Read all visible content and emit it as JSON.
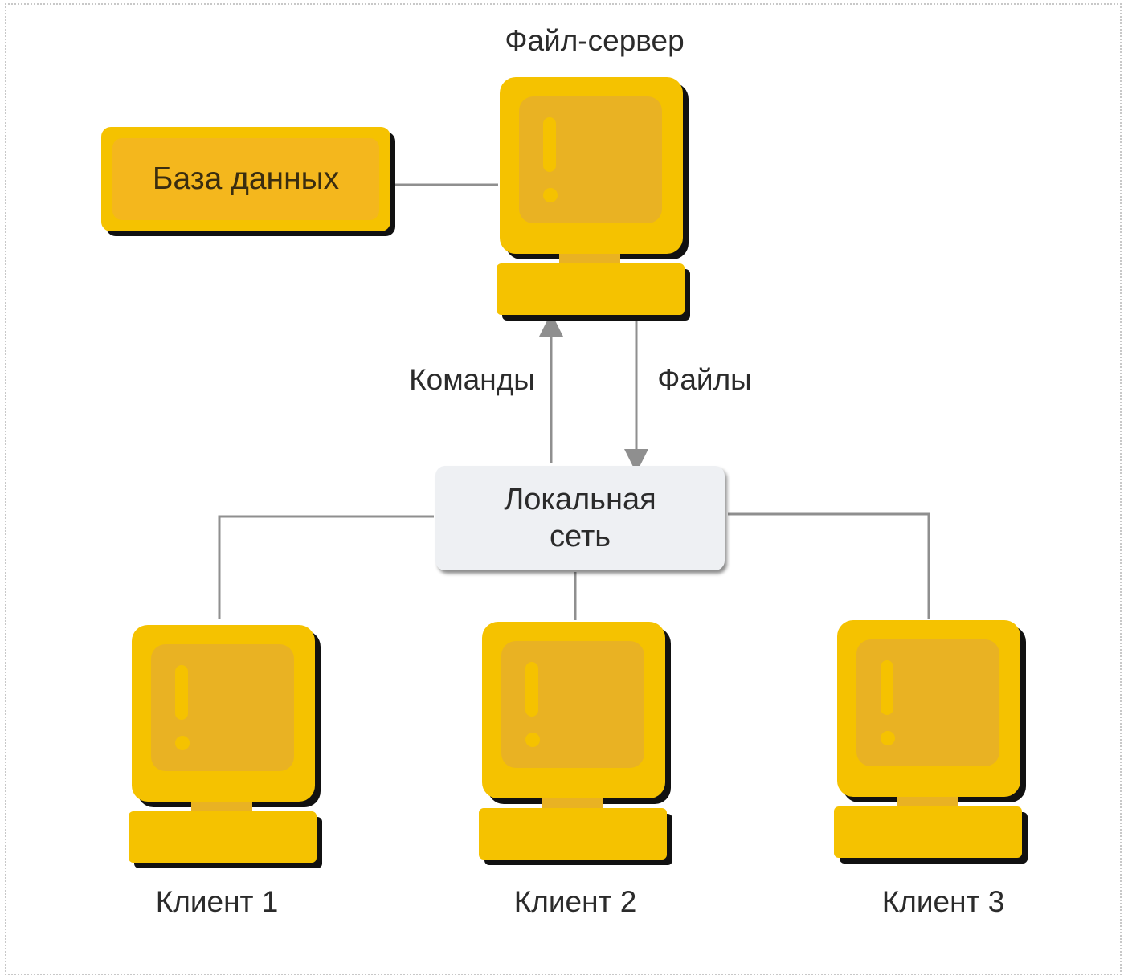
{
  "title": "Файл-сервер",
  "database": {
    "label": "База данных"
  },
  "network": {
    "label_line1": "Локальная",
    "label_line2": "сеть"
  },
  "arrows": {
    "commands": "Команды",
    "files": "Файлы"
  },
  "clients": [
    {
      "label": "Клиент 1"
    },
    {
      "label": "Клиент 2"
    },
    {
      "label": "Клиент 3"
    }
  ],
  "colors": {
    "computer": "#f5c200",
    "screen": "#e9b223",
    "network_box": "#eef0f3",
    "wire": "#8f8f8f"
  }
}
